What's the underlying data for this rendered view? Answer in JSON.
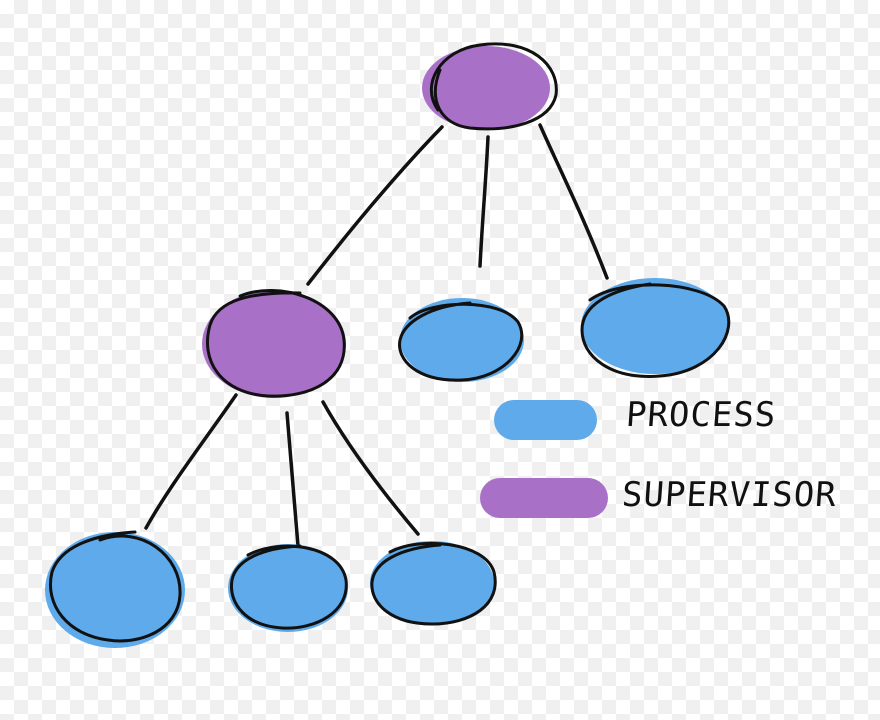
{
  "colors": {
    "process": "#5eaaea",
    "supervisor": "#a970c8",
    "outline": "#111111"
  },
  "nodes": [
    {
      "id": "root",
      "kind": "supervisor"
    },
    {
      "id": "sup2",
      "kind": "supervisor"
    },
    {
      "id": "p1",
      "kind": "process"
    },
    {
      "id": "p2",
      "kind": "process"
    },
    {
      "id": "p3",
      "kind": "process"
    },
    {
      "id": "p4",
      "kind": "process"
    },
    {
      "id": "p5",
      "kind": "process"
    }
  ],
  "edges": [
    {
      "from": "root",
      "to": "sup2"
    },
    {
      "from": "root",
      "to": "p1"
    },
    {
      "from": "root",
      "to": "p2"
    },
    {
      "from": "sup2",
      "to": "p3"
    },
    {
      "from": "sup2",
      "to": "p4"
    },
    {
      "from": "sup2",
      "to": "p5"
    }
  ],
  "legend": {
    "items": [
      {
        "kind": "process",
        "label": "PROCESS"
      },
      {
        "kind": "supervisor",
        "label": "SUPERVISOR"
      }
    ]
  }
}
